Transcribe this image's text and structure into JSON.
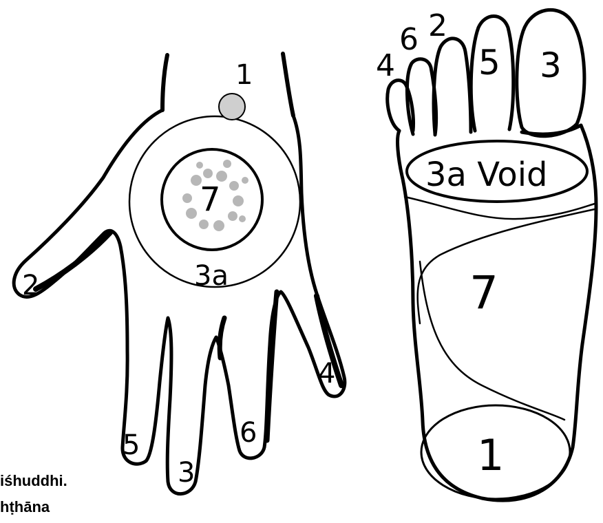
{
  "hand": {
    "labels": {
      "l1": "1",
      "l2": "2",
      "l3": "3",
      "l3a": "3a",
      "l4": "4",
      "l5": "5",
      "l6": "6",
      "l7": "7"
    }
  },
  "foot": {
    "labels": {
      "l1": "1",
      "l2": "2",
      "l3": "3",
      "l3a": "3a Void",
      "l4": "4",
      "l5": "5",
      "l6": "6",
      "l7": "7"
    }
  },
  "captions": {
    "line1": "iśhuddhi.",
    "line2": "hṭhāna"
  }
}
